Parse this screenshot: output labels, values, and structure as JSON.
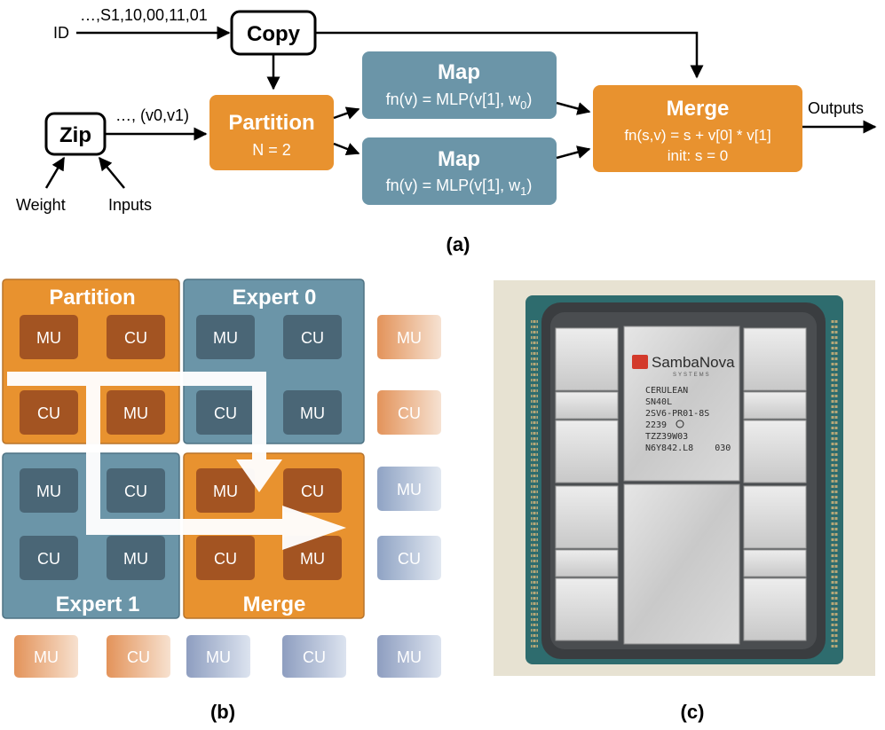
{
  "panel_a": {
    "id_label": "ID",
    "id_stream": "…,S1,10,00,11,01",
    "copy": "Copy",
    "zip": "Zip",
    "weight": "Weight",
    "inputs": "Inputs",
    "zip_stream": "…, (v0,v1)",
    "partition_title": "Partition",
    "partition_sub": "N = 2",
    "map0_title": "Map",
    "map0_fn": "fn(v) = MLP(v[1], w",
    "map0_sub": "0",
    "map1_title": "Map",
    "map1_fn": "fn(v) = MLP(v[1], w",
    "map1_sub": "1",
    "paren": ")",
    "merge_title": "Merge",
    "merge_fn": "fn(s,v) = s + v[0] * v[1]",
    "merge_init": "init: s = 0",
    "outputs": "Outputs",
    "caption": "(a)"
  },
  "panel_b": {
    "partition": "Partition",
    "expert0": "Expert 0",
    "expert1": "Expert 1",
    "merge": "Merge",
    "mu": "MU",
    "cu": "CU",
    "caption": "(b)"
  },
  "panel_c": {
    "brand": "SambaNova",
    "brand_sub": "SYSTEMS",
    "chip_lines": [
      "CERULEAN",
      "SN40L",
      "2SV6-PR01-8S",
      "2239",
      "TZZ39W03",
      "N6Y842.L8    030"
    ],
    "caption": "(c)"
  },
  "colors": {
    "orange": "#E8922F",
    "orange_dark": "#A35422",
    "blue": "#6B95A8",
    "blue_dark": "#4A6676",
    "teal": "#5E8B9E"
  }
}
